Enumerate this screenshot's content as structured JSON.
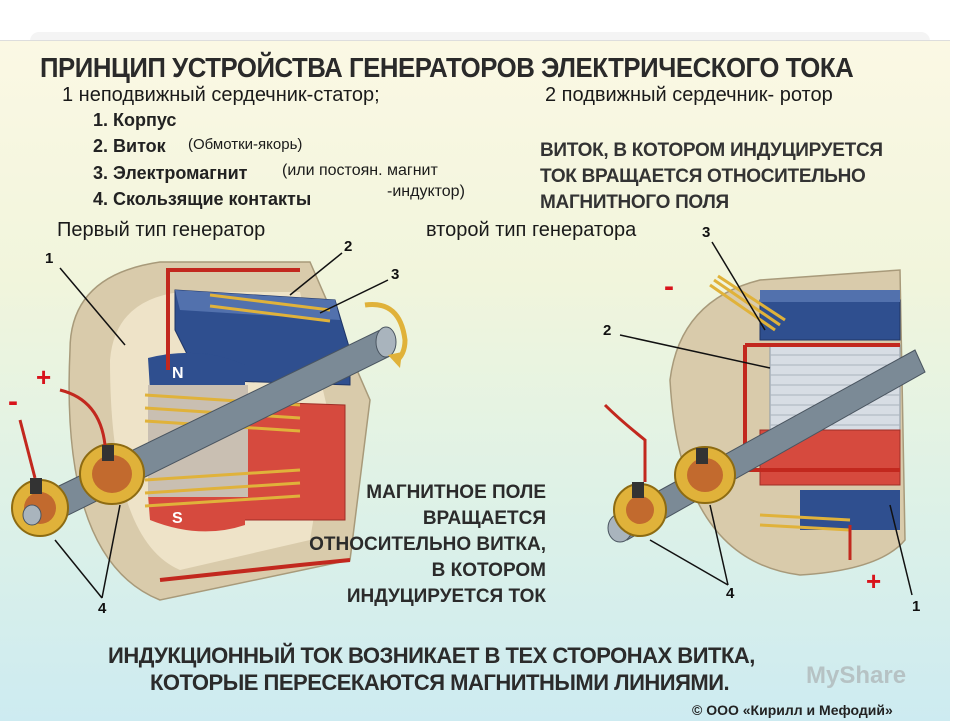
{
  "title": "ПРИНЦИП УСТРОЙСТВА ГЕНЕРАТОРОВ ЭЛЕКТРИЧЕСКОГО ТОКА",
  "legend": {
    "stator": "1 неподвижный сердечник-статор;",
    "rotor": "2 подвижный сердечник- ротор"
  },
  "parts": [
    "1. Корпус",
    "2. Виток",
    "3. Электромагнит",
    "4. Скользящие контакты"
  ],
  "annotations": {
    "windings": "(Обмотки-якорь)",
    "magnet_line1": "(или постоян. магнит",
    "magnet_line2": "-индуктор)"
  },
  "right_note": [
    "ВИТОК, В КОТОРОМ ИНДУЦИРУЕТСЯ",
    "ТОК ВРАЩАЕТСЯ ОТНОСИТЕЛЬНО",
    "МАГНИТНОГО ПОЛЯ"
  ],
  "type_labels": {
    "first": "Первый тип генератор",
    "second": "второй тип генератора"
  },
  "center_note": [
    "МАГНИТНОЕ ПОЛЕ",
    "ВРАЩАЕТСЯ",
    "ОТНОСИТЕЛЬНО ВИТКА,",
    "В КОТОРОМ",
    "ИНДУЦИРУЕТСЯ ТОК"
  ],
  "bottom_note": [
    "ИНДУКЦИОННЫЙ ТОК ВОЗНИКАЕТ В ТЕХ СТОРОНАХ ВИТКА,",
    "КОТОРЫЕ ПЕРЕСЕКАЮТСЯ МАГНИТНЫМИ ЛИНИЯМИ."
  ],
  "left_diagram": {
    "callouts": [
      "1",
      "2",
      "3",
      "4"
    ],
    "pole_north": "N",
    "pole_south": "S",
    "plus": "+",
    "minus": "-"
  },
  "right_diagram": {
    "callouts": [
      "3",
      "2",
      "4",
      "1"
    ],
    "plus": "+",
    "minus": "-"
  },
  "copyright": "© ООО «Кирилл и Мефодий»",
  "watermark": "MyShare",
  "colors": {
    "stator_blue": "#2f4f8f",
    "rotor_red": "#d64a3e",
    "coil_gold": "#e0b23a",
    "housing_beige": "#d8c9a8",
    "shaft_gray": "#7b8a96",
    "sign_red": "#d8131b"
  }
}
